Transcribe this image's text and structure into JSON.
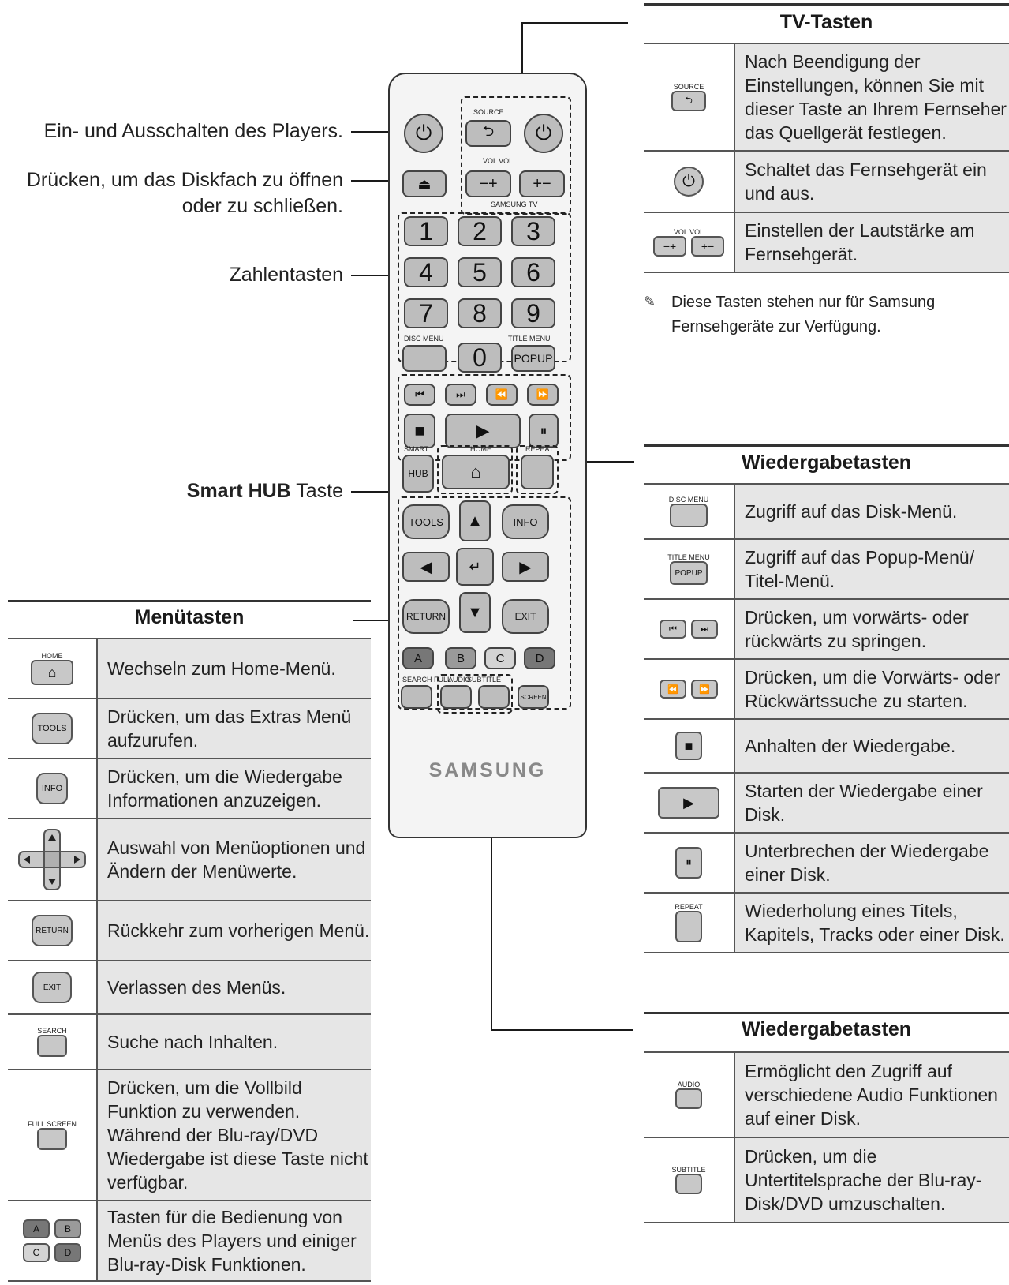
{
  "callouts": {
    "power": "Ein- und Ausschalten des Players.",
    "eject_line1": "Drücken, um das Diskfach zu öffnen",
    "eject_line2": "oder zu schließen.",
    "numbers": "Zahlentasten",
    "smart_hub_bold": "Smart HUB",
    "smart_hub_rest": " Taste"
  },
  "remote": {
    "source": "SOURCE",
    "vol": "VOL VOL",
    "samsung_tv": "SAMSUNG TV",
    "digits": [
      "1",
      "2",
      "3",
      "4",
      "5",
      "6",
      "7",
      "8",
      "9",
      "0"
    ],
    "disc_menu": "DISC MENU",
    "title_menu": "TITLE MENU",
    "popup": "POPUP",
    "smart": "SMART",
    "hub": "HUB",
    "home": "HOME",
    "repeat": "REPEAT",
    "tools": "TOOLS",
    "info": "INFO",
    "return": "RETURN",
    "exit": "EXIT",
    "abcd": [
      "A",
      "B",
      "C",
      "D"
    ],
    "search": "SEARCH",
    "full": "FULL",
    "audio": "AUDIO",
    "subtitle": "SUBTITLE",
    "screen": "SCREEN",
    "brand": "SAMSUNG"
  },
  "tv_table": {
    "title": "TV-Tasten",
    "rows": [
      {
        "icon_label": "SOURCE",
        "text": "Nach Beendigung der Einstellungen, können Sie mit dieser Taste an Ihrem Fernseher das Quellgerät festlegen."
      },
      {
        "icon_label": "",
        "text": "Schaltet das Fernsehgerät ein und aus."
      },
      {
        "icon_label": "VOL VOL",
        "text": "Einstellen der Lautstärke am Fernsehgerät."
      }
    ],
    "note": "Diese Tasten stehen nur für Samsung Fernsehgeräte zur Verfügung."
  },
  "playback_table": {
    "title": "Wiedergabetasten",
    "rows": [
      {
        "icon_label": "DISC MENU",
        "text": "Zugriff auf das Disk-Menü."
      },
      {
        "icon_label": "TITLE MENU",
        "text": "Zugriff auf das Popup-Menü/ Titel-Menü."
      },
      {
        "icon_label": "",
        "text": "Drücken, um vorwärts- oder rückwärts zu springen."
      },
      {
        "icon_label": "",
        "text": "Drücken, um die Vorwärts- oder Rückwärtssuche zu starten."
      },
      {
        "icon_label": "",
        "text": "Anhalten der Wiedergabe."
      },
      {
        "icon_label": "",
        "text": "Starten der Wiedergabe einer Disk."
      },
      {
        "icon_label": "",
        "text": "Unterbrechen der Wiedergabe einer Disk."
      },
      {
        "icon_label": "REPEAT",
        "text": "Wiederholung eines Titels, Kapitels, Tracks oder einer Disk."
      }
    ]
  },
  "playback_table2": {
    "title": "Wiedergabetasten",
    "rows": [
      {
        "icon_label": "AUDIO",
        "text": "Ermöglicht den Zugriff auf verschiedene Audio Funktionen auf einer Disk."
      },
      {
        "icon_label": "SUBTITLE",
        "text": "Drücken, um die Untertitelsprache der Blu-ray-Disk/DVD umzuschalten."
      }
    ]
  },
  "menu_table": {
    "title": "Menütasten",
    "rows": [
      {
        "icon_label": "HOME",
        "text": "Wechseln zum Home-Menü."
      },
      {
        "icon_label": "TOOLS",
        "text": "Drücken, um das Extras Menü aufzurufen."
      },
      {
        "icon_label": "INFO",
        "text": "Drücken, um die Wiedergabe Informationen anzuzeigen."
      },
      {
        "icon_label": "",
        "text": "Auswahl von Menüoptionen und Ändern der Menüwerte."
      },
      {
        "icon_label": "RETURN",
        "text": "Rückkehr zum vorherigen Menü."
      },
      {
        "icon_label": "EXIT",
        "text": "Verlassen des Menüs."
      },
      {
        "icon_label": "SEARCH",
        "text": "Suche nach Inhalten."
      },
      {
        "icon_label": "FULL SCREEN",
        "text": "Drücken, um die Vollbild Funktion zu verwenden. Während der Blu-ray/DVD Wiedergabe ist diese Taste nicht verfügbar."
      },
      {
        "icon_label": "",
        "text": "Tasten für die Bedienung von Menüs des Players und einiger Blu-ray-Disk Funktionen."
      }
    ]
  }
}
